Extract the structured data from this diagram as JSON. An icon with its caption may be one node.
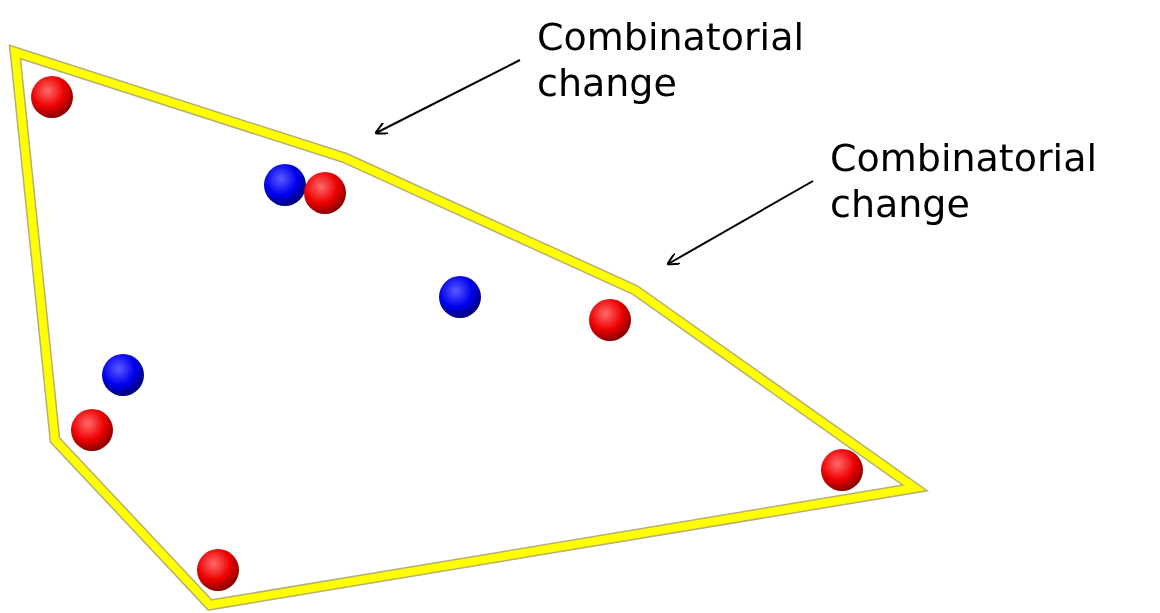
{
  "diagram": {
    "nodes": [
      {
        "text": [
          "Combinatorial change"
        ]
      },
      {
        "text": [
          "Combinatorial change"
        ]
      }
    ],
    "edges": [
      {
        "from": 0,
        "to": null,
        "arrow": "to"
      },
      {
        "from": 1,
        "to": null,
        "arrow": "to"
      }
    ]
  }
}
